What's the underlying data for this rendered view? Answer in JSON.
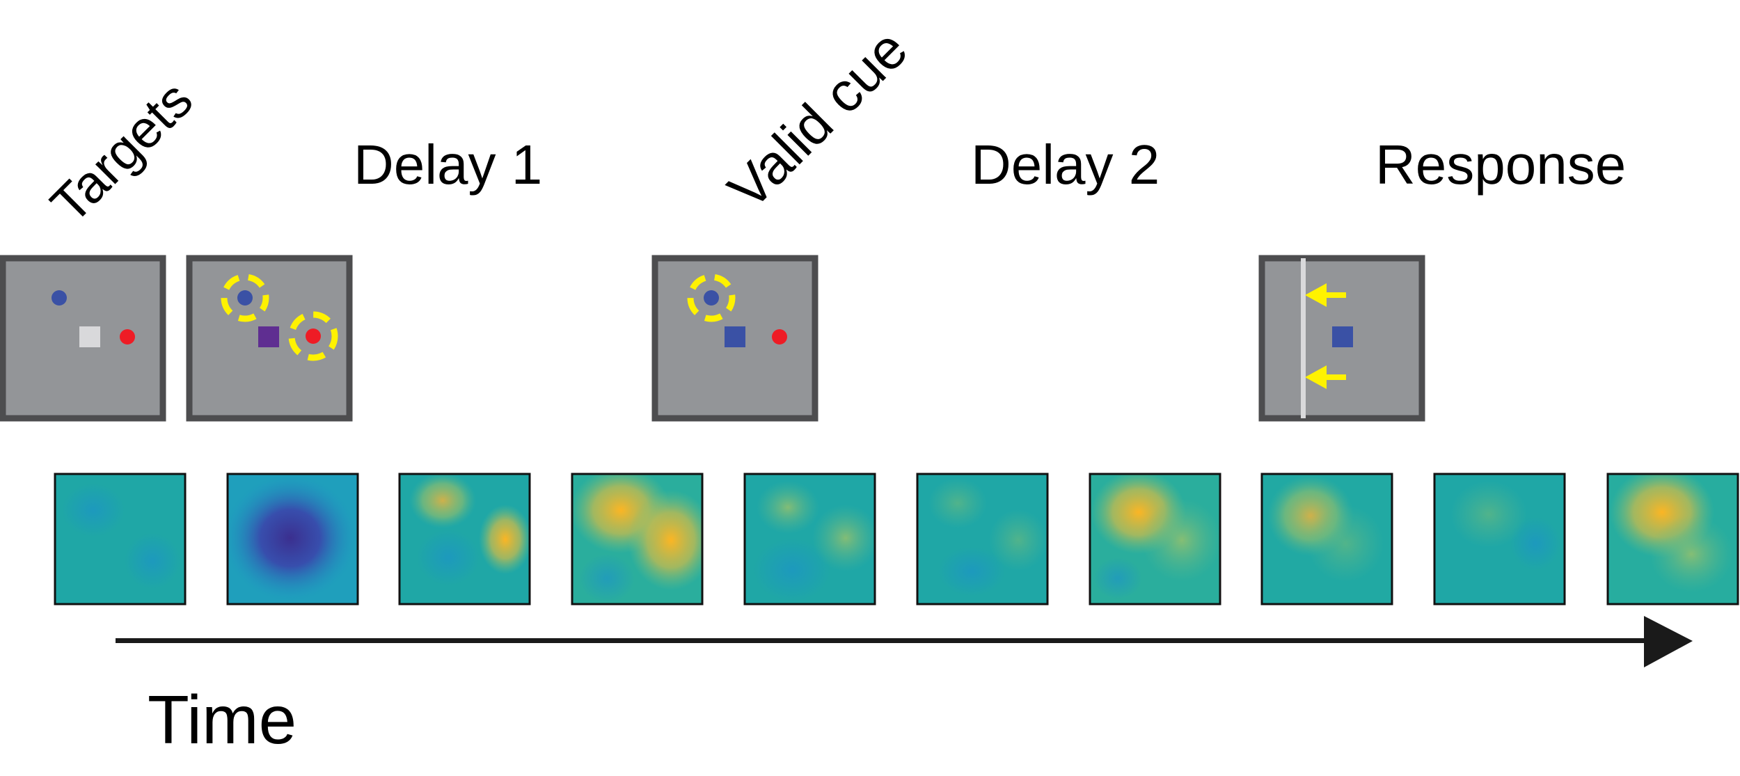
{
  "labels": {
    "targets": "Targets",
    "delay1": "Delay 1",
    "valid_cue": "Valid cue",
    "delay2": "Delay 2",
    "response": "Response",
    "time": "Time"
  },
  "colors": {
    "screen_fill": "#939598",
    "screen_border": "#4d4d4f",
    "blue_dot": "#3a51a5",
    "red_dot": "#ee1c25",
    "grey_square": "#d9d9db",
    "purple_square": "#5f2e91",
    "blue_square": "#3a51a5",
    "yellow_cue": "#fff200",
    "line_white": "#d9d9db",
    "arrow": "#1a1a1a",
    "map_base": "#1fa7a6"
  },
  "screens": [
    {
      "name": "targets-screen",
      "elements": [
        "blue-dot",
        "grey-square",
        "red-dot"
      ]
    },
    {
      "name": "delay1-screen",
      "elements": [
        "blue-dot",
        "purple-square",
        "red-dot",
        "yellow-cue-blue",
        "yellow-cue-red"
      ]
    },
    {
      "name": "valid-cue-screen",
      "elements": [
        "blue-dot",
        "blue-square",
        "red-dot",
        "yellow-cue-blue"
      ]
    },
    {
      "name": "response-screen",
      "elements": [
        "white-line",
        "yellow-arrow-top",
        "yellow-arrow-bottom",
        "blue-square"
      ]
    }
  ],
  "heatmaps": [
    {
      "name": "heatmap-1",
      "base": "#1fa7a6",
      "blobs": [
        {
          "c": "#1b8ed0",
          "a": 0.45
        },
        {
          "c": "#1b8ed0",
          "a": 0.35
        }
      ]
    },
    {
      "name": "heatmap-2",
      "base": "#1f8fc6",
      "blobs": [
        {
          "c": "#3f3fa0",
          "a": 0.9
        },
        {
          "c": "#3240ac",
          "a": 0.7
        }
      ]
    },
    {
      "name": "heatmap-3",
      "base": "#1fa7a6",
      "blobs": [
        {
          "c": "#d6b23f",
          "a": 0.85
        },
        {
          "c": "#e0b43a",
          "a": 0.9
        },
        {
          "c": "#1b8ed0",
          "a": 0.5
        }
      ]
    },
    {
      "name": "heatmap-4",
      "base": "#26aea0",
      "blobs": [
        {
          "c": "#f4b72c",
          "a": 0.95
        },
        {
          "c": "#f9b625",
          "a": 1.0
        },
        {
          "c": "#1b8ed0",
          "a": 0.35
        }
      ]
    },
    {
      "name": "heatmap-5",
      "base": "#1fa7a6",
      "blobs": [
        {
          "c": "#8fc06b",
          "a": 0.7
        },
        {
          "c": "#9cc26a",
          "a": 0.7
        },
        {
          "c": "#1b8ed0",
          "a": 0.55
        }
      ]
    },
    {
      "name": "heatmap-6",
      "base": "#1fa7a6",
      "blobs": [
        {
          "c": "#6dbb7d",
          "a": 0.5
        },
        {
          "c": "#6dbb7d",
          "a": 0.5
        },
        {
          "c": "#1b8ed0",
          "a": 0.4
        }
      ]
    },
    {
      "name": "heatmap-7",
      "base": "#29ae9e",
      "blobs": [
        {
          "c": "#e7b33d",
          "a": 0.95
        },
        {
          "c": "#8fc06b",
          "a": 0.7
        },
        {
          "c": "#1b8ed0",
          "a": 0.3
        }
      ]
    },
    {
      "name": "heatmap-8",
      "base": "#22aaa2",
      "blobs": [
        {
          "c": "#dcb544",
          "a": 0.85
        },
        {
          "c": "#8fc06b",
          "a": 0.5
        }
      ]
    },
    {
      "name": "heatmap-9",
      "base": "#1fa7a6",
      "blobs": [
        {
          "c": "#7fbd73",
          "a": 0.55
        },
        {
          "c": "#1b8ed0",
          "a": 0.45
        }
      ]
    },
    {
      "name": "heatmap-10",
      "base": "#27ad9f",
      "blobs": [
        {
          "c": "#e3b342",
          "a": 0.9
        },
        {
          "c": "#a3c467",
          "a": 0.7
        }
      ]
    }
  ]
}
